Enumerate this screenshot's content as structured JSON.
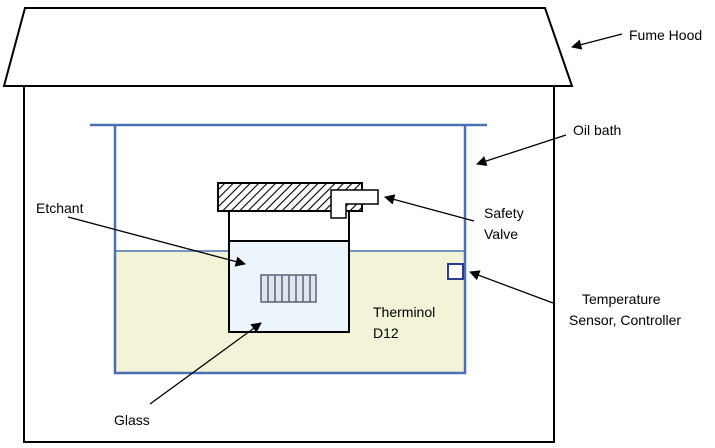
{
  "labels": {
    "fume_hood": "Fume Hood",
    "oil_bath": "Oil bath",
    "etchant": "Etchant",
    "safety_valve_line1": "Safety",
    "safety_valve_line2": "Valve",
    "temp_line1": "Temperature",
    "temp_line2": "Sensor, Controller",
    "therminol_line1": "Therminol",
    "therminol_line2": "D12",
    "glass": "Glass"
  },
  "colors": {
    "outline": "#000000",
    "bath_outline": "#4a6fb3",
    "oil_fill": "#f2f3d7",
    "etchant_fill": "#ecf5fb",
    "glass_fill": "#dfe6ef",
    "glass_stripe": "#5a6475",
    "sensor_outline": "#2a3c8c"
  }
}
